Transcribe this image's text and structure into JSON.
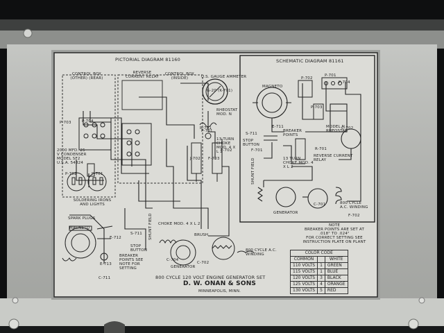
{
  "plate": {
    "pictorial_title": "PICTORIAL DIAGRAM 81160",
    "schematic_title": "SCHEMATIC DIAGRAM 81161",
    "footer_title": "800 CYCLE 120 VOLT ENGINE GENERATOR SET",
    "maker": "D. W. ONAN & SONS",
    "city": "MINNEAPOLIS, MINN."
  },
  "pictorial_labels": {
    "control_box_other": "CONTROL BOX (OTHER) (REAR)",
    "reverse_relay": "REVERSE CURRENT RELAY",
    "control_box_inside": "CONTROL BOX (INSIDE)",
    "ammeter": "U.S. GAUGE AMMETER",
    "ammeter_id": "G-20 (K-701)",
    "rheostat": "RHEOSTAT MOD. N",
    "condenser": "2000 MFD. 25 V CONDENSER MODEL SF2 U.S.A. 54824",
    "soldering": "SOLDERING IRONS AND LIGHTS",
    "choke_mod": "CHOKE MOD. 4 X L 2",
    "choke_coil": "13 TURN CHOKE MOD. 4 X L 2",
    "spark_plugs": "SPARK PLUGS",
    "magneto": "MAGNETO",
    "breaker_points": "BREAKER POINTS SEE NOTE FOR SETTING",
    "stop_button": "STOP BUTTON",
    "brush": "BRUSH",
    "shunt_field": "SHUNT FIELD",
    "generator": "GENERATOR",
    "ac_winding": "800 CYCLE A.C. WINDING",
    "terminals": [
      "P-703",
      "P-704",
      "P-702",
      "P-701",
      "P-701",
      "F-702",
      "S-711",
      "C-711",
      "E-713",
      "E-712",
      "C-702",
      "C-704",
      "R-701",
      "J-702",
      "F-703"
    ]
  },
  "schematic_labels": {
    "magneto": "MAGNETO",
    "breaker_points": "BREAKER POINTS",
    "stop_button": "STOP BUTTON",
    "choke": "13 TURN CHOKE MOD. 4 X L 2",
    "reverse_relay": "REVERSE CURRENT RELAY",
    "shunt_field": "SHUNT FIELD",
    "generator": "GENERATOR",
    "ac_winding": "800 CYCLE A.C. WINDING",
    "rheostat": "MODEL N RHEOSTAT",
    "terminals": [
      "P-702",
      "P-701",
      "P-703",
      "P-704",
      "S-711",
      "C-702",
      "F-702",
      "R-701",
      "C-701",
      "F-701",
      "E-711"
    ]
  },
  "note": {
    "heading": "NOTE",
    "lines": [
      "BREAKER POINTS ARE SET AT",
      ".018\" TO .024\"",
      "FOR CORRECT SETTING SEE",
      "INSTRUCTION PLATE ON PLANT"
    ]
  },
  "color_code": {
    "title": "COLOR CODE",
    "col_common": "COMMON",
    "col_white": "WHITE",
    "rows": [
      [
        "110 VOLTS",
        "1",
        "GREEN"
      ],
      [
        "115 VOLTS",
        "1",
        "BLUE"
      ],
      [
        "120 VOLTS",
        "3",
        "BLACK"
      ],
      [
        "125 VOLTS",
        "4",
        "ORANGE"
      ],
      [
        "130 VOLTS",
        "5",
        "RED"
      ]
    ]
  },
  "colors": {
    "plate": "#d9d9d4",
    "frame": "#9a9c9a",
    "ink": "#1d1d1d",
    "dark_bg": "#0e0f10"
  }
}
